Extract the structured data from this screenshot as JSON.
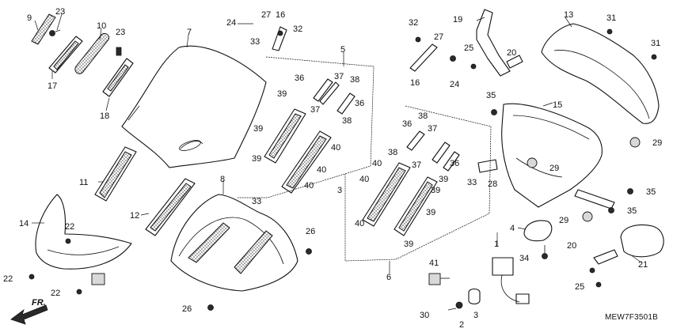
{
  "diagram": {
    "part_code": "MEW7F3501B",
    "direction_label": "FR."
  },
  "callouts": [
    "9",
    "23",
    "17",
    "10",
    "23",
    "18",
    "7",
    "24",
    "27",
    "16",
    "32",
    "33",
    "5",
    "36",
    "37",
    "38",
    "39",
    "36",
    "39",
    "37",
    "38",
    "39",
    "40",
    "40",
    "40",
    "11",
    "8",
    "12",
    "14",
    "22",
    "22",
    "22",
    "26",
    "26",
    "33",
    "3",
    "6",
    "36",
    "38",
    "37",
    "38",
    "37",
    "40",
    "36",
    "40",
    "39",
    "39",
    "33",
    "39",
    "40",
    "39",
    "32",
    "27",
    "19",
    "16",
    "25",
    "24",
    "20",
    "13",
    "31",
    "31",
    "35",
    "15",
    "29",
    "29",
    "28",
    "35",
    "35",
    "29",
    "4",
    "1",
    "34",
    "20",
    "21",
    "25",
    "41",
    "30",
    "2",
    "3"
  ]
}
